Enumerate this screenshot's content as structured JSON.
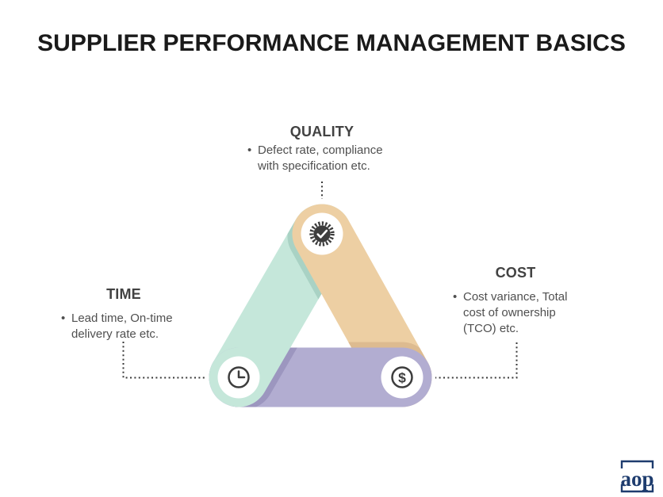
{
  "title": "SUPPLIER PERFORMANCE MANAGEMENT BASICS",
  "nodes": {
    "quality": {
      "label": "QUALITY",
      "bullet": "Defect rate, compliance with specification etc.",
      "icon": "badge-check-icon",
      "bar_color": "#edcfa3"
    },
    "time": {
      "label": "TIME",
      "bullet": "Lead time, On-time delivery rate etc.",
      "icon": "clock-icon",
      "bar_color": "#c5e7da"
    },
    "cost": {
      "label": "COST",
      "bullet": "Cost variance, Total cost of ownership (TCO) etc.",
      "icon": "dollar-circle-icon",
      "bar_color": "#b2add1"
    }
  },
  "icons": {
    "cost_symbol": "$"
  },
  "logo": {
    "text": "aop",
    "color": "#1e3c6e"
  },
  "colors": {
    "background": "#ffffff",
    "title_text": "#1a1a1a",
    "heading_text": "#424242",
    "body_text": "#4f4f4f",
    "icon_dark": "#3d3d3d",
    "connector": "#3a3a3a",
    "quality_bar_shadow": "#ddbb90",
    "time_bar_shadow": "#a9d2c4",
    "cost_bar_shadow": "#9c96bf"
  }
}
